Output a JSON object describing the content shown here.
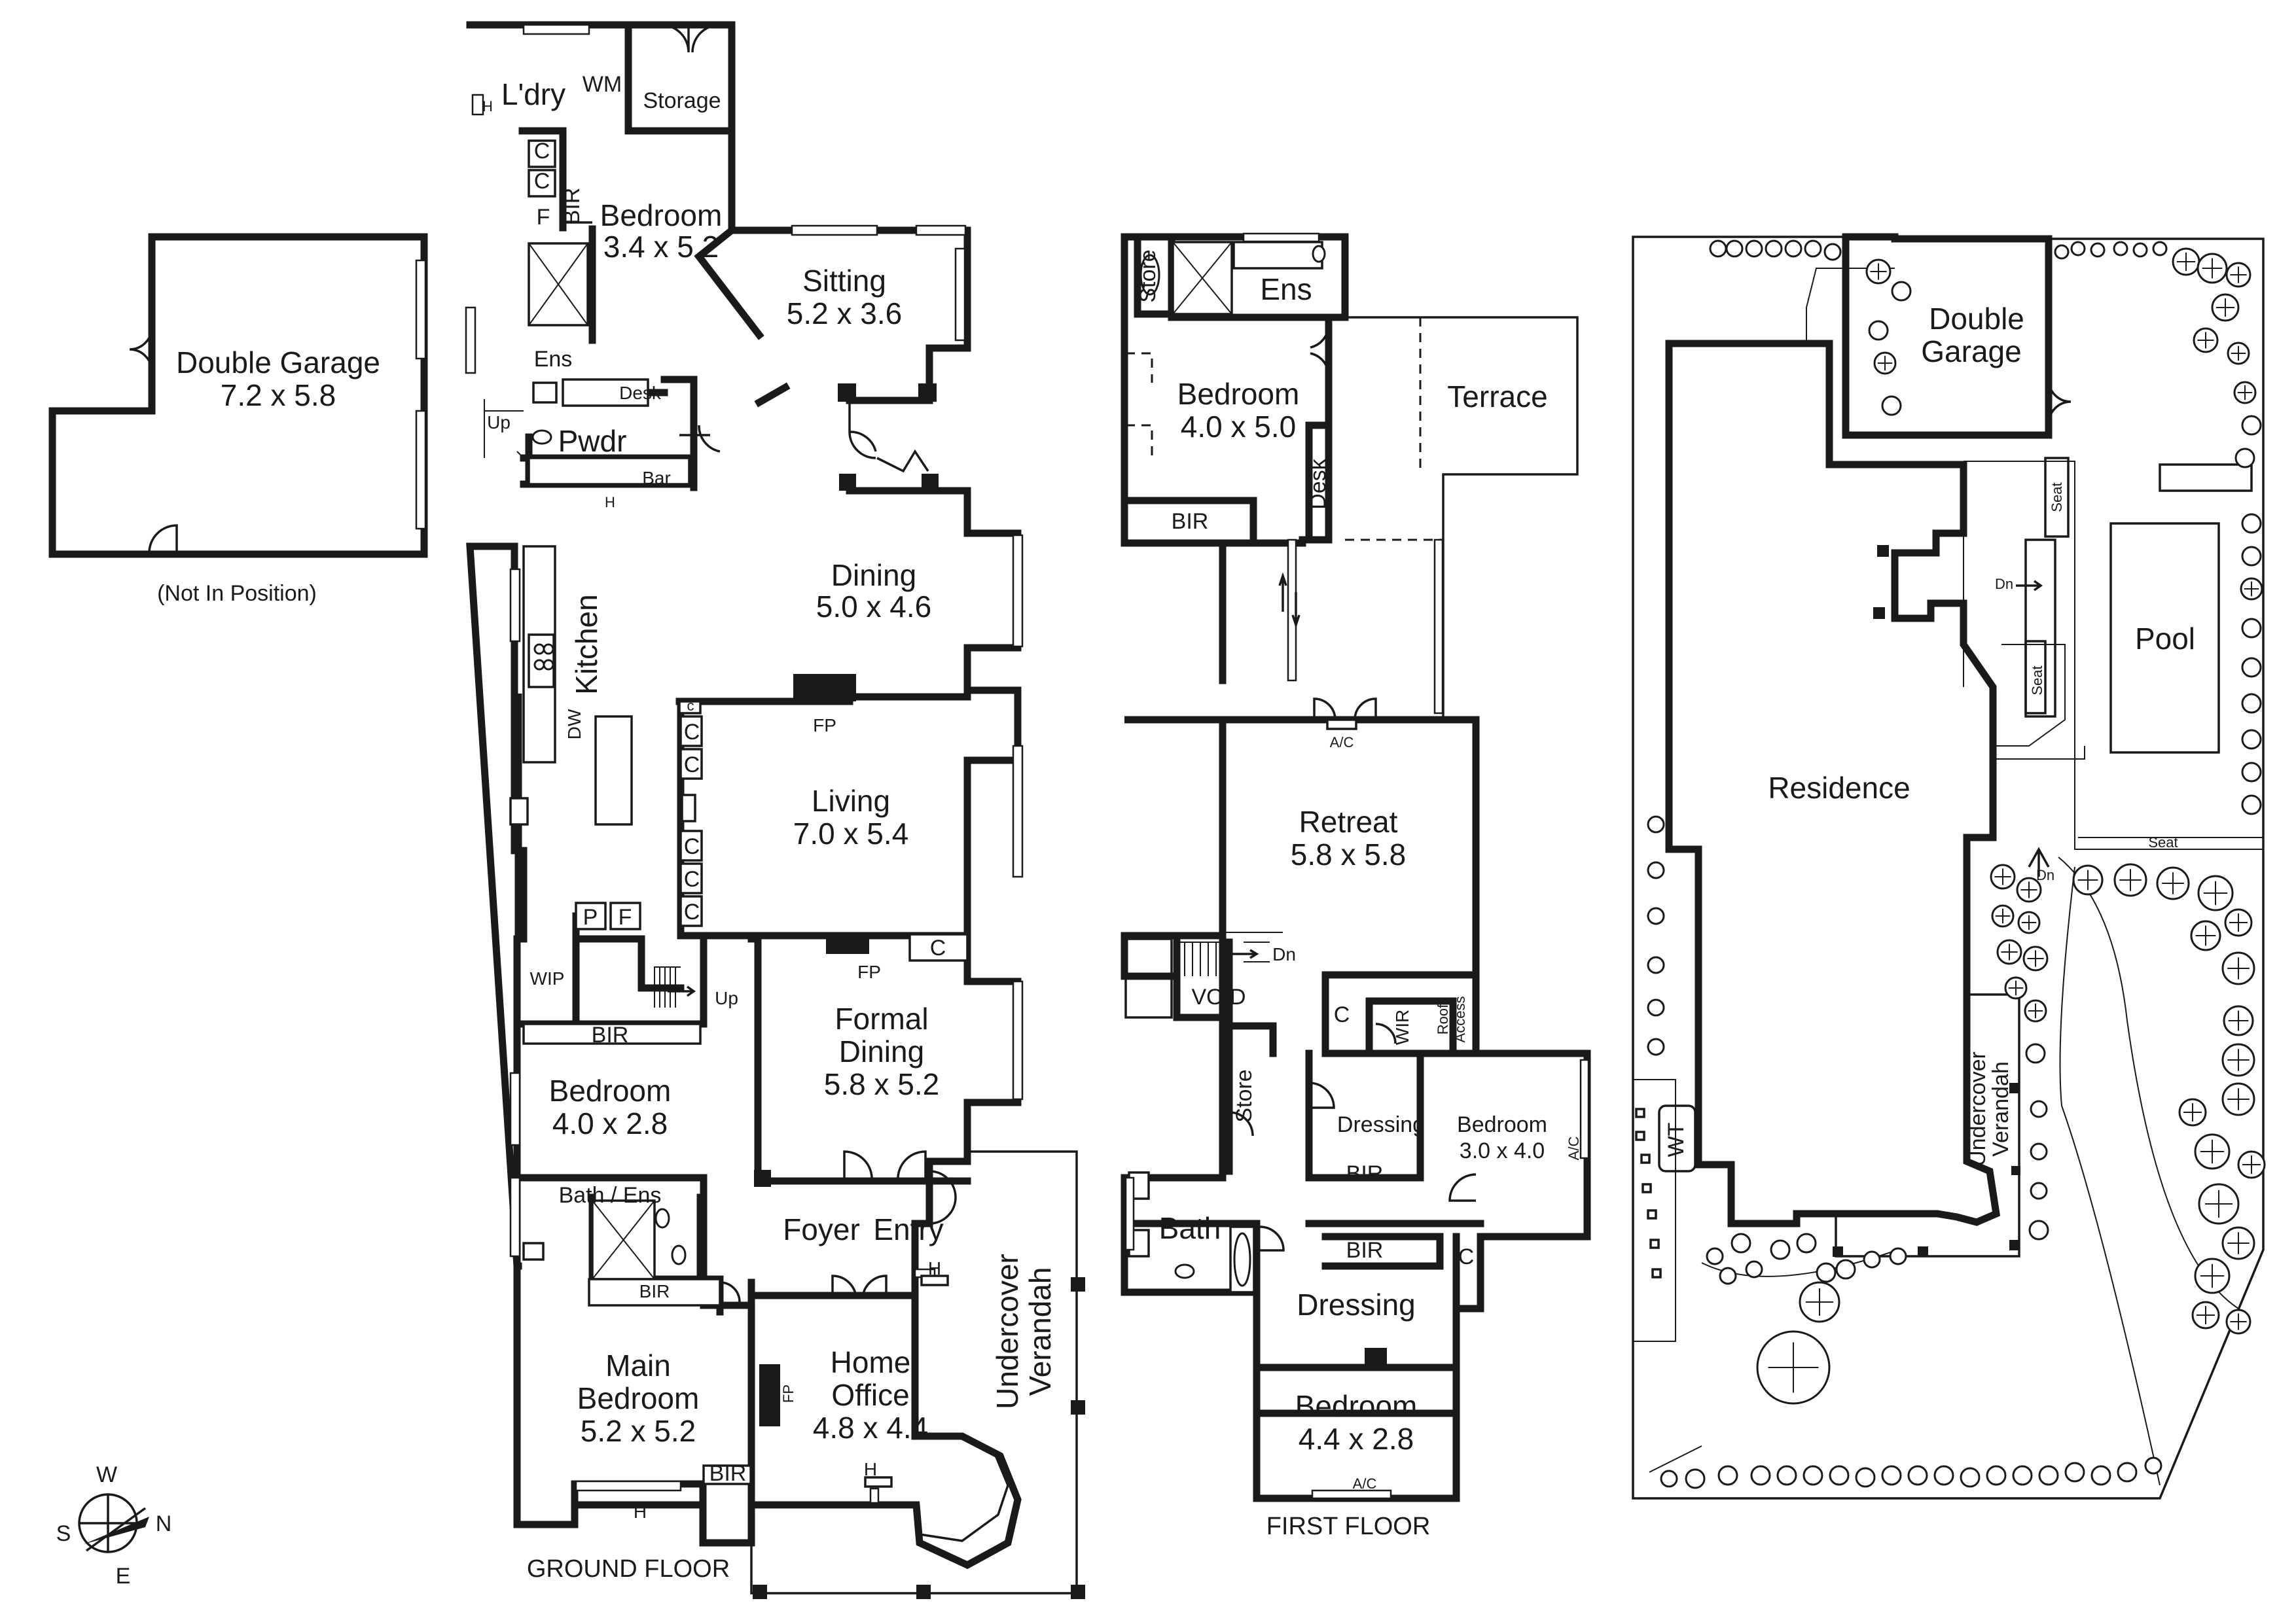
{
  "detached_garage": {
    "name": "Double Garage",
    "dims": "7.2 x 5.8",
    "note": "(Not In Position)"
  },
  "ground_floor": {
    "title": "GROUND FLOOR",
    "rooms": {
      "laundry": "L'dry",
      "wm": "WM",
      "storage": "Storage",
      "bedroom_rear": {
        "name": "Bedroom",
        "dims": "3.4 x 5.2"
      },
      "sitting": {
        "name": "Sitting",
        "dims": "5.2 x 3.6"
      },
      "ens": "Ens",
      "desk": "Desk",
      "pwdr": "Pwdr",
      "bar": "Bar",
      "up": "Up",
      "bir": "BIR",
      "c": "C",
      "f": "F",
      "h": "H",
      "c_small": "c",
      "dining": {
        "name": "Dining",
        "dims": "5.0 x 4.6"
      },
      "kitchen": "Kitchen",
      "dw": "DW",
      "fp": "FP",
      "living": {
        "name": "Living",
        "dims": "7.0 x 5.4"
      },
      "p": "P",
      "wip": "WIP",
      "formal_dining": {
        "name1": "Formal",
        "name2": "Dining",
        "dims": "5.8 x 5.2"
      },
      "bedroom_mid": {
        "name": "Bedroom",
        "dims": "4.0 x 2.8"
      },
      "bath_ens": "Bath / Ens",
      "foyer": "Foyer",
      "entry": "Entry",
      "verandah1": "Undercover",
      "verandah2": "Verandah",
      "main_bedroom": {
        "name1": "Main",
        "name2": "Bedroom",
        "dims": "5.2 x 5.2"
      },
      "home_office": {
        "name1": "Home",
        "name2": "Office",
        "dims": "4.8 x 4.4"
      }
    }
  },
  "first_floor": {
    "title": "FIRST FLOOR",
    "rooms": {
      "store": "Store",
      "ens": "Ens",
      "terrace": "Terrace",
      "bedroom_rear": {
        "name": "Bedroom",
        "dims": "4.0 x 5.0"
      },
      "desk": "Desk",
      "bir": "BIR",
      "ac": "A/C",
      "retreat": {
        "name": "Retreat",
        "dims": "5.8 x 5.8"
      },
      "void": "VOID",
      "dn": "Dn",
      "c": "C",
      "wir": "WIR",
      "roof1": "Roof",
      "roof2": "Access",
      "dressing": "Dressing",
      "bedroom_side": {
        "name": "Bedroom",
        "dims": "3.0 x 4.0"
      },
      "bath": "Bath",
      "bedroom_front": {
        "name": "Bedroom",
        "dims": "4.4 x 2.8"
      }
    }
  },
  "site_plan": {
    "garage1": "Double",
    "garage2": "Garage",
    "residence": "Residence",
    "pool": "Pool",
    "seat": "Seat",
    "dn": "Dn",
    "wt": "WT",
    "verandah1": "Undercover",
    "verandah2": "Verandah"
  },
  "compass": {
    "w": "W",
    "n": "N",
    "s": "S",
    "e": "E"
  }
}
